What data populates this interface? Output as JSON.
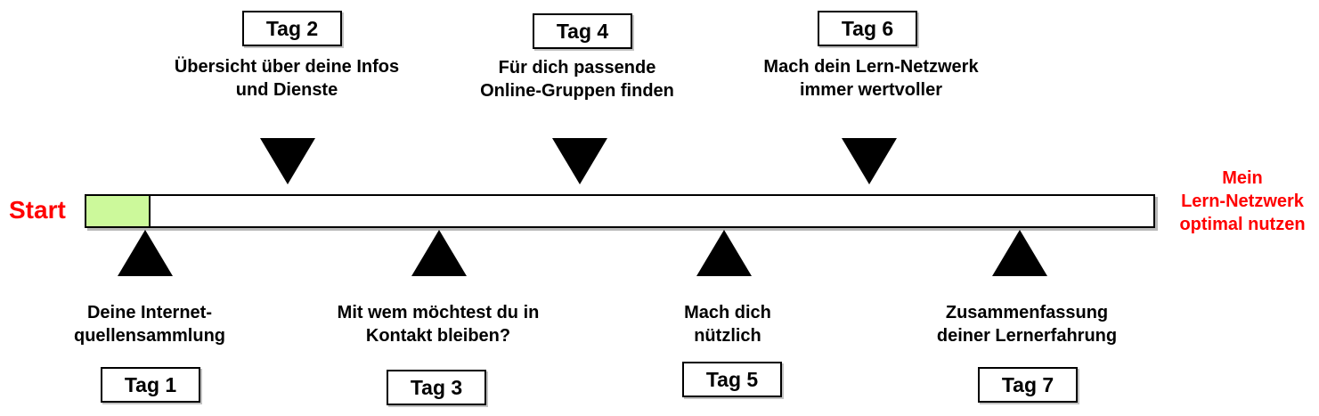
{
  "timeline": {
    "start_label": "Start",
    "end_label_lines": [
      "Mein",
      "Lern-Netzwerk",
      "optimal nutzen"
    ],
    "colors": {
      "accent_red": "#ff0000",
      "start_segment_green": "#ccf99b",
      "bar_border": "#000000",
      "triangle_black": "#000000"
    }
  },
  "days_top": [
    {
      "tag": "Tag 2",
      "lines": [
        "Übersicht über deine Infos",
        "und Dienste"
      ]
    },
    {
      "tag": "Tag 4",
      "lines": [
        "Für dich passende",
        "Online-Gruppen finden"
      ]
    },
    {
      "tag": "Tag 6",
      "lines": [
        "Mach dein Lern-Netzwerk",
        "immer wertvoller"
      ]
    }
  ],
  "days_bottom": [
    {
      "tag": "Tag 1",
      "lines": [
        "Deine Internet-",
        "quellensammlung"
      ]
    },
    {
      "tag": "Tag 3",
      "lines": [
        "Mit wem möchtest du in",
        "Kontakt bleiben?"
      ]
    },
    {
      "tag": "Tag 5",
      "lines": [
        "Mach dich",
        "nützlich"
      ]
    },
    {
      "tag": "Tag 7",
      "lines": [
        "Zusammenfassung",
        "deiner Lernerfahrung"
      ]
    }
  ]
}
